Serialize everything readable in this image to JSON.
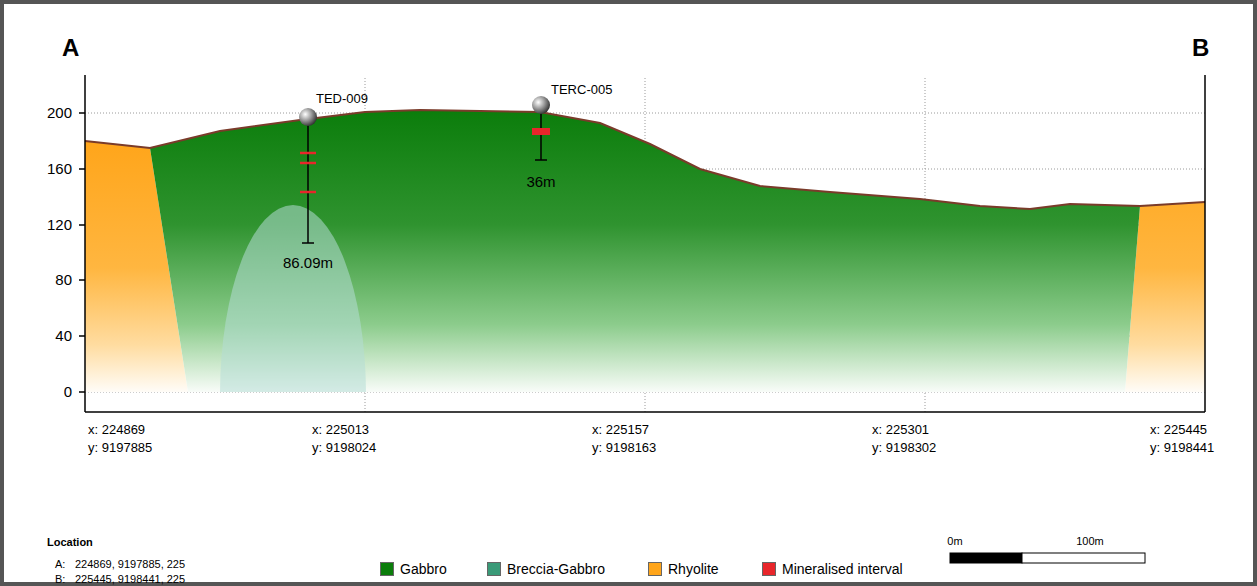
{
  "diagram": {
    "labels": [
      "A",
      "B",
      "200",
      "160",
      "120",
      "80",
      "40",
      "0",
      "TED-009",
      "86.09m",
      "TERC-005",
      "36m",
      "x: 224869",
      "y: 9197885",
      "x: 225013",
      "y: 9198024",
      "x: 225157",
      "y: 9198163",
      "x: 225301",
      "y: 9198302",
      "x: 225445",
      "y: 9198441",
      "Location",
      "A:",
      "224869, 9197885, 225",
      "B:",
      "225445, 9198441, 225",
      "0m",
      "100m"
    ],
    "legend": [
      {
        "text": "Gabbro",
        "color": "#0b7d0b"
      },
      {
        "text": "Breccia-Gabbro",
        "color": "#3a9a78"
      },
      {
        "text": "Rhyolite",
        "color": "#ffa51a"
      },
      {
        "text": "Mineralised interval",
        "color": "#e8262b"
      }
    ]
  }
}
